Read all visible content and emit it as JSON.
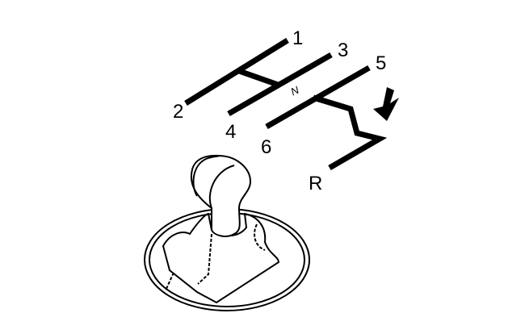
{
  "diagram": {
    "gear_labels": {
      "g1": "1",
      "g2": "2",
      "g3": "3",
      "g4": "4",
      "g5": "5",
      "g6": "6",
      "reverse": "R",
      "neutral": "N"
    },
    "arrow_icon": "push-down-arrow",
    "stroke_color": "#000000"
  }
}
